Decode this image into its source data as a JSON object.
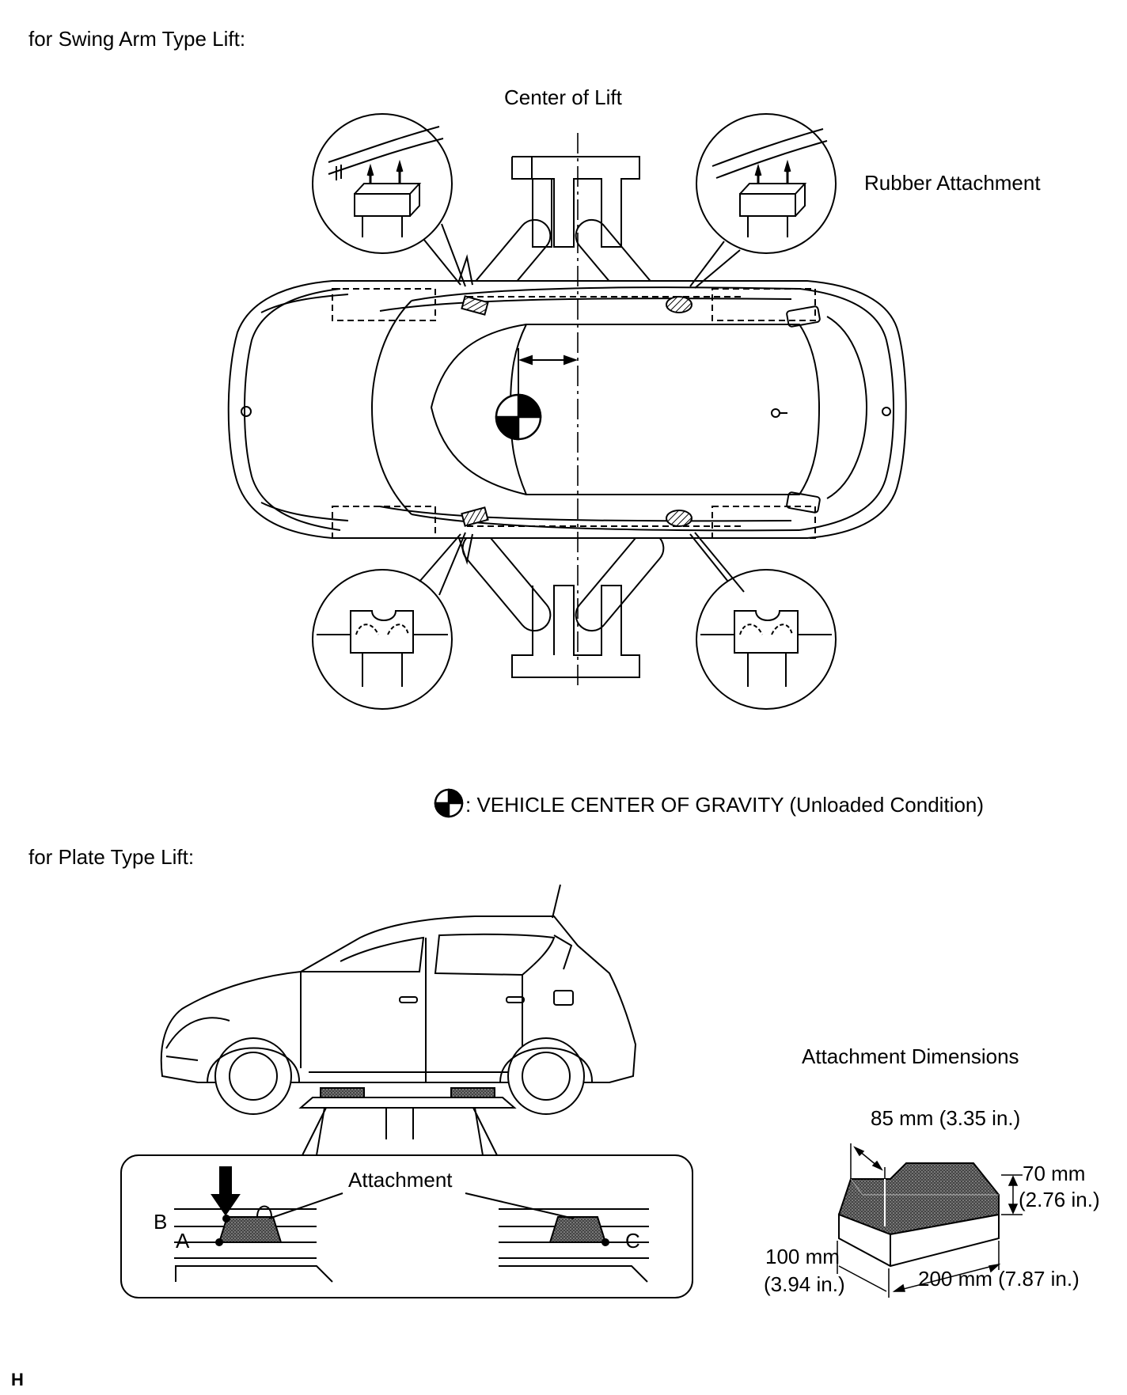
{
  "labels": {
    "swing_heading": "for Swing Arm Type Lift:",
    "center_of_lift": "Center of Lift",
    "rubber_attachment": "Rubber Attachment",
    "cog_legend": ": VEHICLE CENTER OF GRAVITY (Unloaded Condition)",
    "plate_heading": "for Plate Type Lift:",
    "attachment": "Attachment",
    "point_a": "A",
    "point_b": "B",
    "point_c": "C",
    "attachment_dimensions": "Attachment Dimensions",
    "dim_85": "85 mm (3.35 in.)",
    "dim_70_mm": "70 mm",
    "dim_70_in": "(2.76 in.)",
    "dim_100_mm": "100 mm",
    "dim_100_in": "(3.94 in.)",
    "dim_200": "200 mm (7.87 in.)",
    "corner_mark": "H"
  }
}
